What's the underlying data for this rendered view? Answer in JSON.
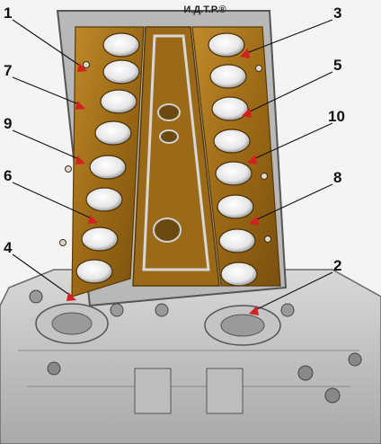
{
  "figure": {
    "watermark": "И.Д.Т.Р.®",
    "part_color": "#a8761c",
    "metal_color": "#c9c9c9",
    "arrow_color": "#d42020"
  },
  "callouts": [
    {
      "id": "1",
      "label": "1"
    },
    {
      "id": "7",
      "label": "7"
    },
    {
      "id": "9",
      "label": "9"
    },
    {
      "id": "6",
      "label": "6"
    },
    {
      "id": "4",
      "label": "4"
    },
    {
      "id": "3",
      "label": "3"
    },
    {
      "id": "5",
      "label": "5"
    },
    {
      "id": "10",
      "label": "10"
    },
    {
      "id": "8",
      "label": "8"
    },
    {
      "id": "2",
      "label": "2"
    }
  ]
}
